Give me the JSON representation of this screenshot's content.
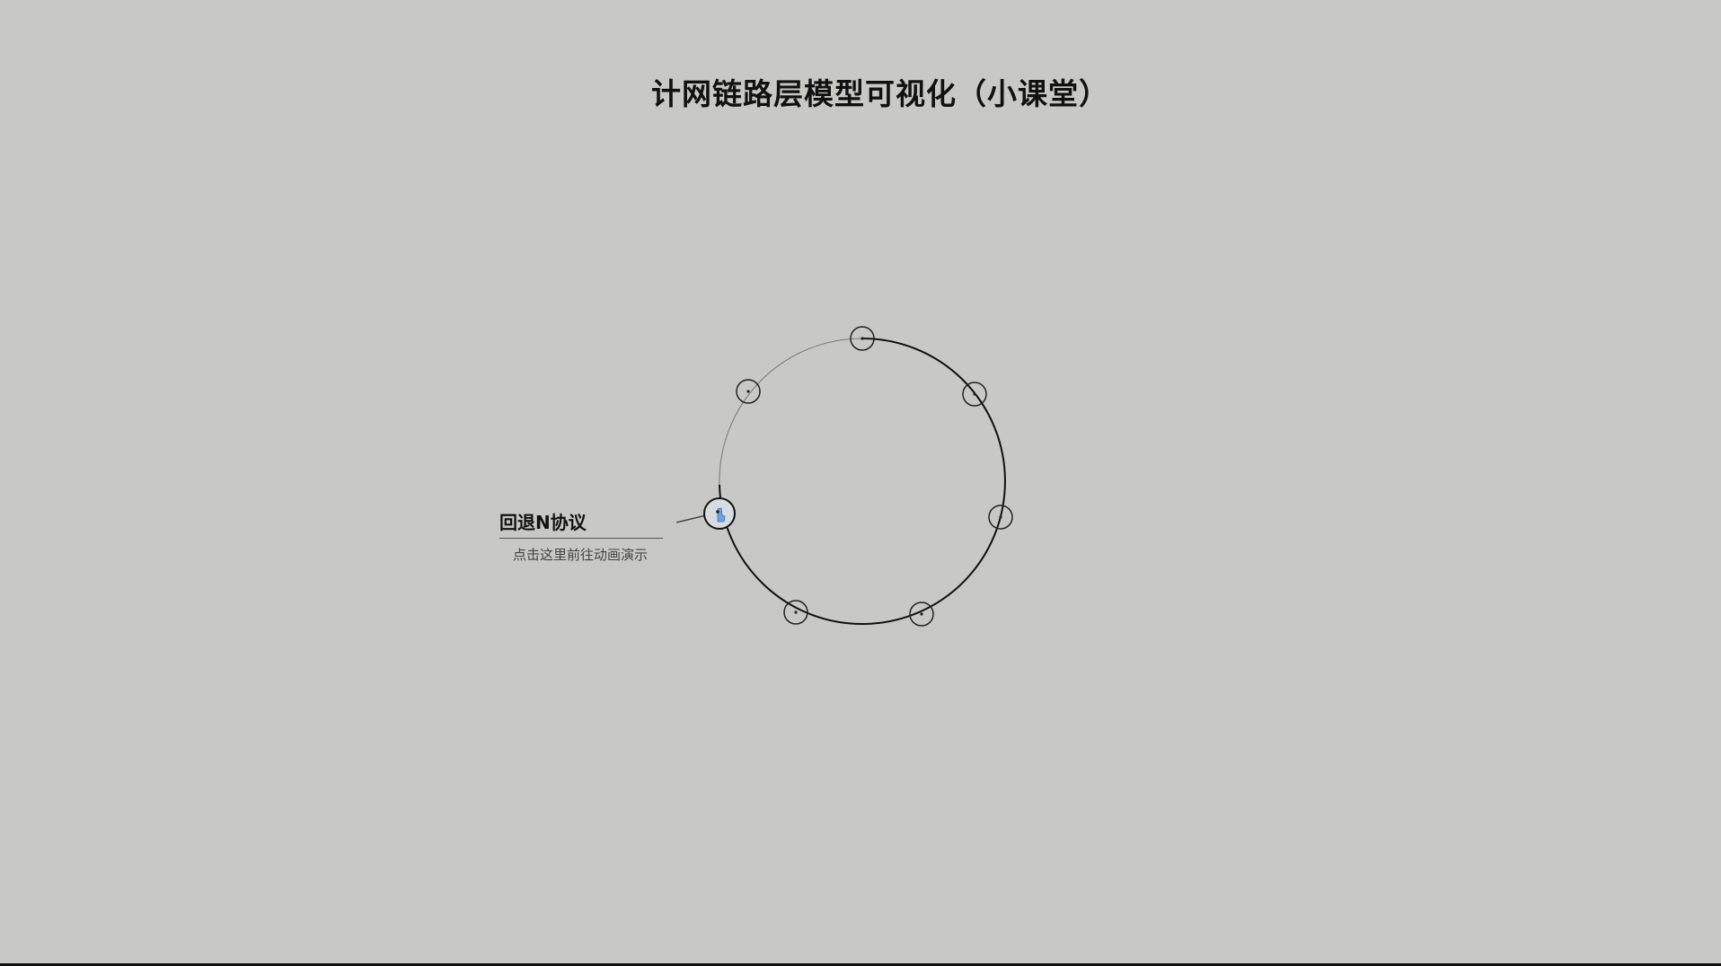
{
  "page": {
    "title": "计网链路层模型可视化（小课堂）"
  },
  "active_item": {
    "label": "回退N协议",
    "hint": "点击这里前往动画演示"
  },
  "wheel": {
    "node_count": 7,
    "active_index": 5,
    "accent_color": "#6fa3e6"
  }
}
